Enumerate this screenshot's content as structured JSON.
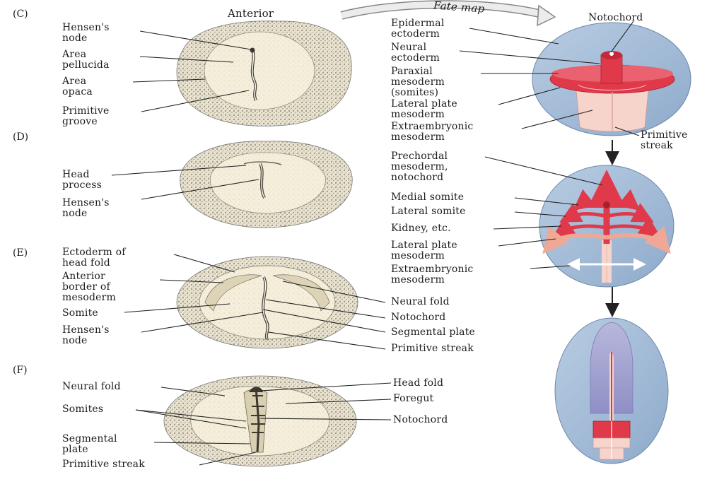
{
  "stages": {
    "c": "(C)",
    "d": "(D)",
    "e": "(E)",
    "f": "(F)"
  },
  "headings": {
    "anterior": "Anterior",
    "fate_map": "Fate map"
  },
  "panel_c": {
    "hensens_node": "Hensen's\nnode",
    "area_pellucida": "Area\npellucida",
    "area_opaca": "Area\nopaca",
    "primitive_groove": "Primitive\ngroove"
  },
  "panel_d": {
    "head_process": "Head\nprocess",
    "hensens_node": "Hensen's\nnode"
  },
  "panel_e": {
    "ectoderm_head_fold": "Ectoderm of\nhead fold",
    "anterior_border": "Anterior\nborder of\nmesoderm",
    "somite": "Somite",
    "hensens_node": "Hensen's\nnode",
    "neural_fold": "Neural fold",
    "notochord": "Notochord",
    "segmental_plate": "Segmental plate",
    "primitive_streak": "Primitive streak"
  },
  "panel_f": {
    "neural_fold": "Neural fold",
    "somites": "Somites",
    "segmental_plate": "Segmental\nplate",
    "primitive_streak": "Primitive streak",
    "head_fold": "Head fold",
    "foregut": "Foregut",
    "notochord": "Notochord"
  },
  "fate_map_1": {
    "epidermal_ectoderm": "Epidermal\nectoderm",
    "neural_ectoderm": "Neural\nectoderm",
    "paraxial_mesoderm": "Paraxial\nmesoderm\n(somites)",
    "lateral_plate": "Lateral plate\nmesoderm",
    "extraembryonic": "Extraembryonic\nmesoderm",
    "notochord": "Notochord",
    "primitive_streak": "Primitive\nstreak"
  },
  "fate_map_2": {
    "prechordal": "Prechordal\nmesoderm,\nnotochord",
    "medial_somite": "Medial somite",
    "lateral_somite": "Lateral somite",
    "kidney": "Kidney, etc.",
    "lateral_plate": "Lateral plate\nmesoderm",
    "extraembryonic": "Extraembryonic\nmesoderm"
  },
  "colors": {
    "embryo_fill": "#f3ecd6",
    "embryo_stipple": "#8a8476",
    "fate_blue": "#9fb7d3",
    "fate_red": "#e0394a",
    "fate_pink": "#f6d3cb"
  }
}
